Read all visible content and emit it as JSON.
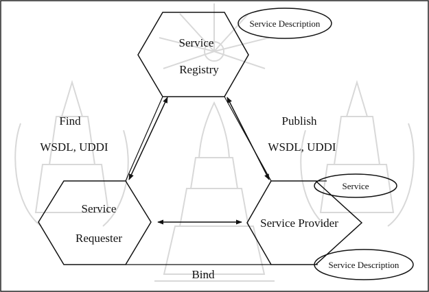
{
  "registry": {
    "line1": "Service",
    "line2": "Registry"
  },
  "requester": {
    "line1": "Service",
    "line2": "Requester"
  },
  "provider": {
    "label": "Service Provider"
  },
  "find": {
    "title": "Find",
    "protocols": "WSDL, UDDI"
  },
  "publish": {
    "title": "Publish",
    "protocols": "WSDL, UDDI"
  },
  "bind": {
    "label": "Bind"
  },
  "ovals": {
    "registry_description": "Service Description",
    "provider_service": "Service",
    "provider_description": "Service Description"
  },
  "colors": {
    "ink": "#111111",
    "background": "#ffffff",
    "watermark": "#c9c9c9"
  }
}
